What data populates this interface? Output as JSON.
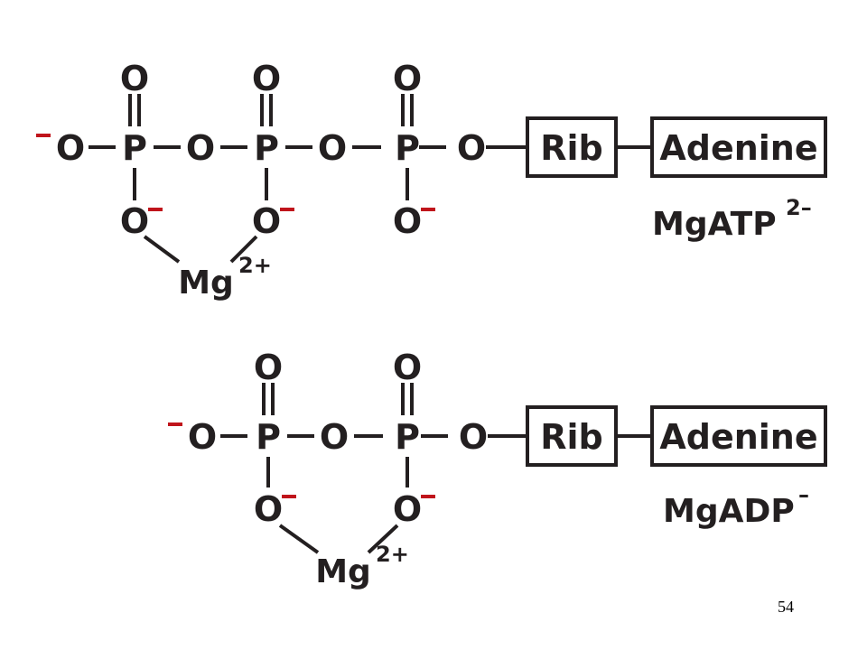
{
  "atp": {
    "oxygen": "O",
    "phosphorus": "P",
    "metal": "Mg",
    "metal_charge": "2+",
    "ribose": "Rib",
    "base": "Adenine",
    "label": "MgATP",
    "label_charge": "2–"
  },
  "adp": {
    "oxygen": "O",
    "phosphorus": "P",
    "metal": "Mg",
    "metal_charge": "2+",
    "ribose": "Rib",
    "base": "Adenine",
    "label": "MgADP",
    "label_charge": "–"
  },
  "colors": {
    "ink": "#231f20",
    "negative_charge": "#c0141b"
  },
  "page_number": "54"
}
